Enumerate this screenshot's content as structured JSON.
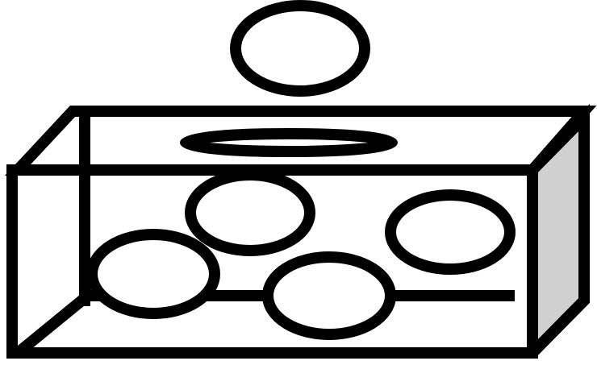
{
  "diagram": {
    "subject": "box-with-balls",
    "colors": {
      "stroke": "#000000",
      "background": "#ffffff",
      "side_face": "#d0d0d0",
      "ball_fill": "#ffffff"
    },
    "counts": {
      "balls_inside_box": 4,
      "balls_above_box": 1,
      "slots_in_top": 1
    }
  }
}
